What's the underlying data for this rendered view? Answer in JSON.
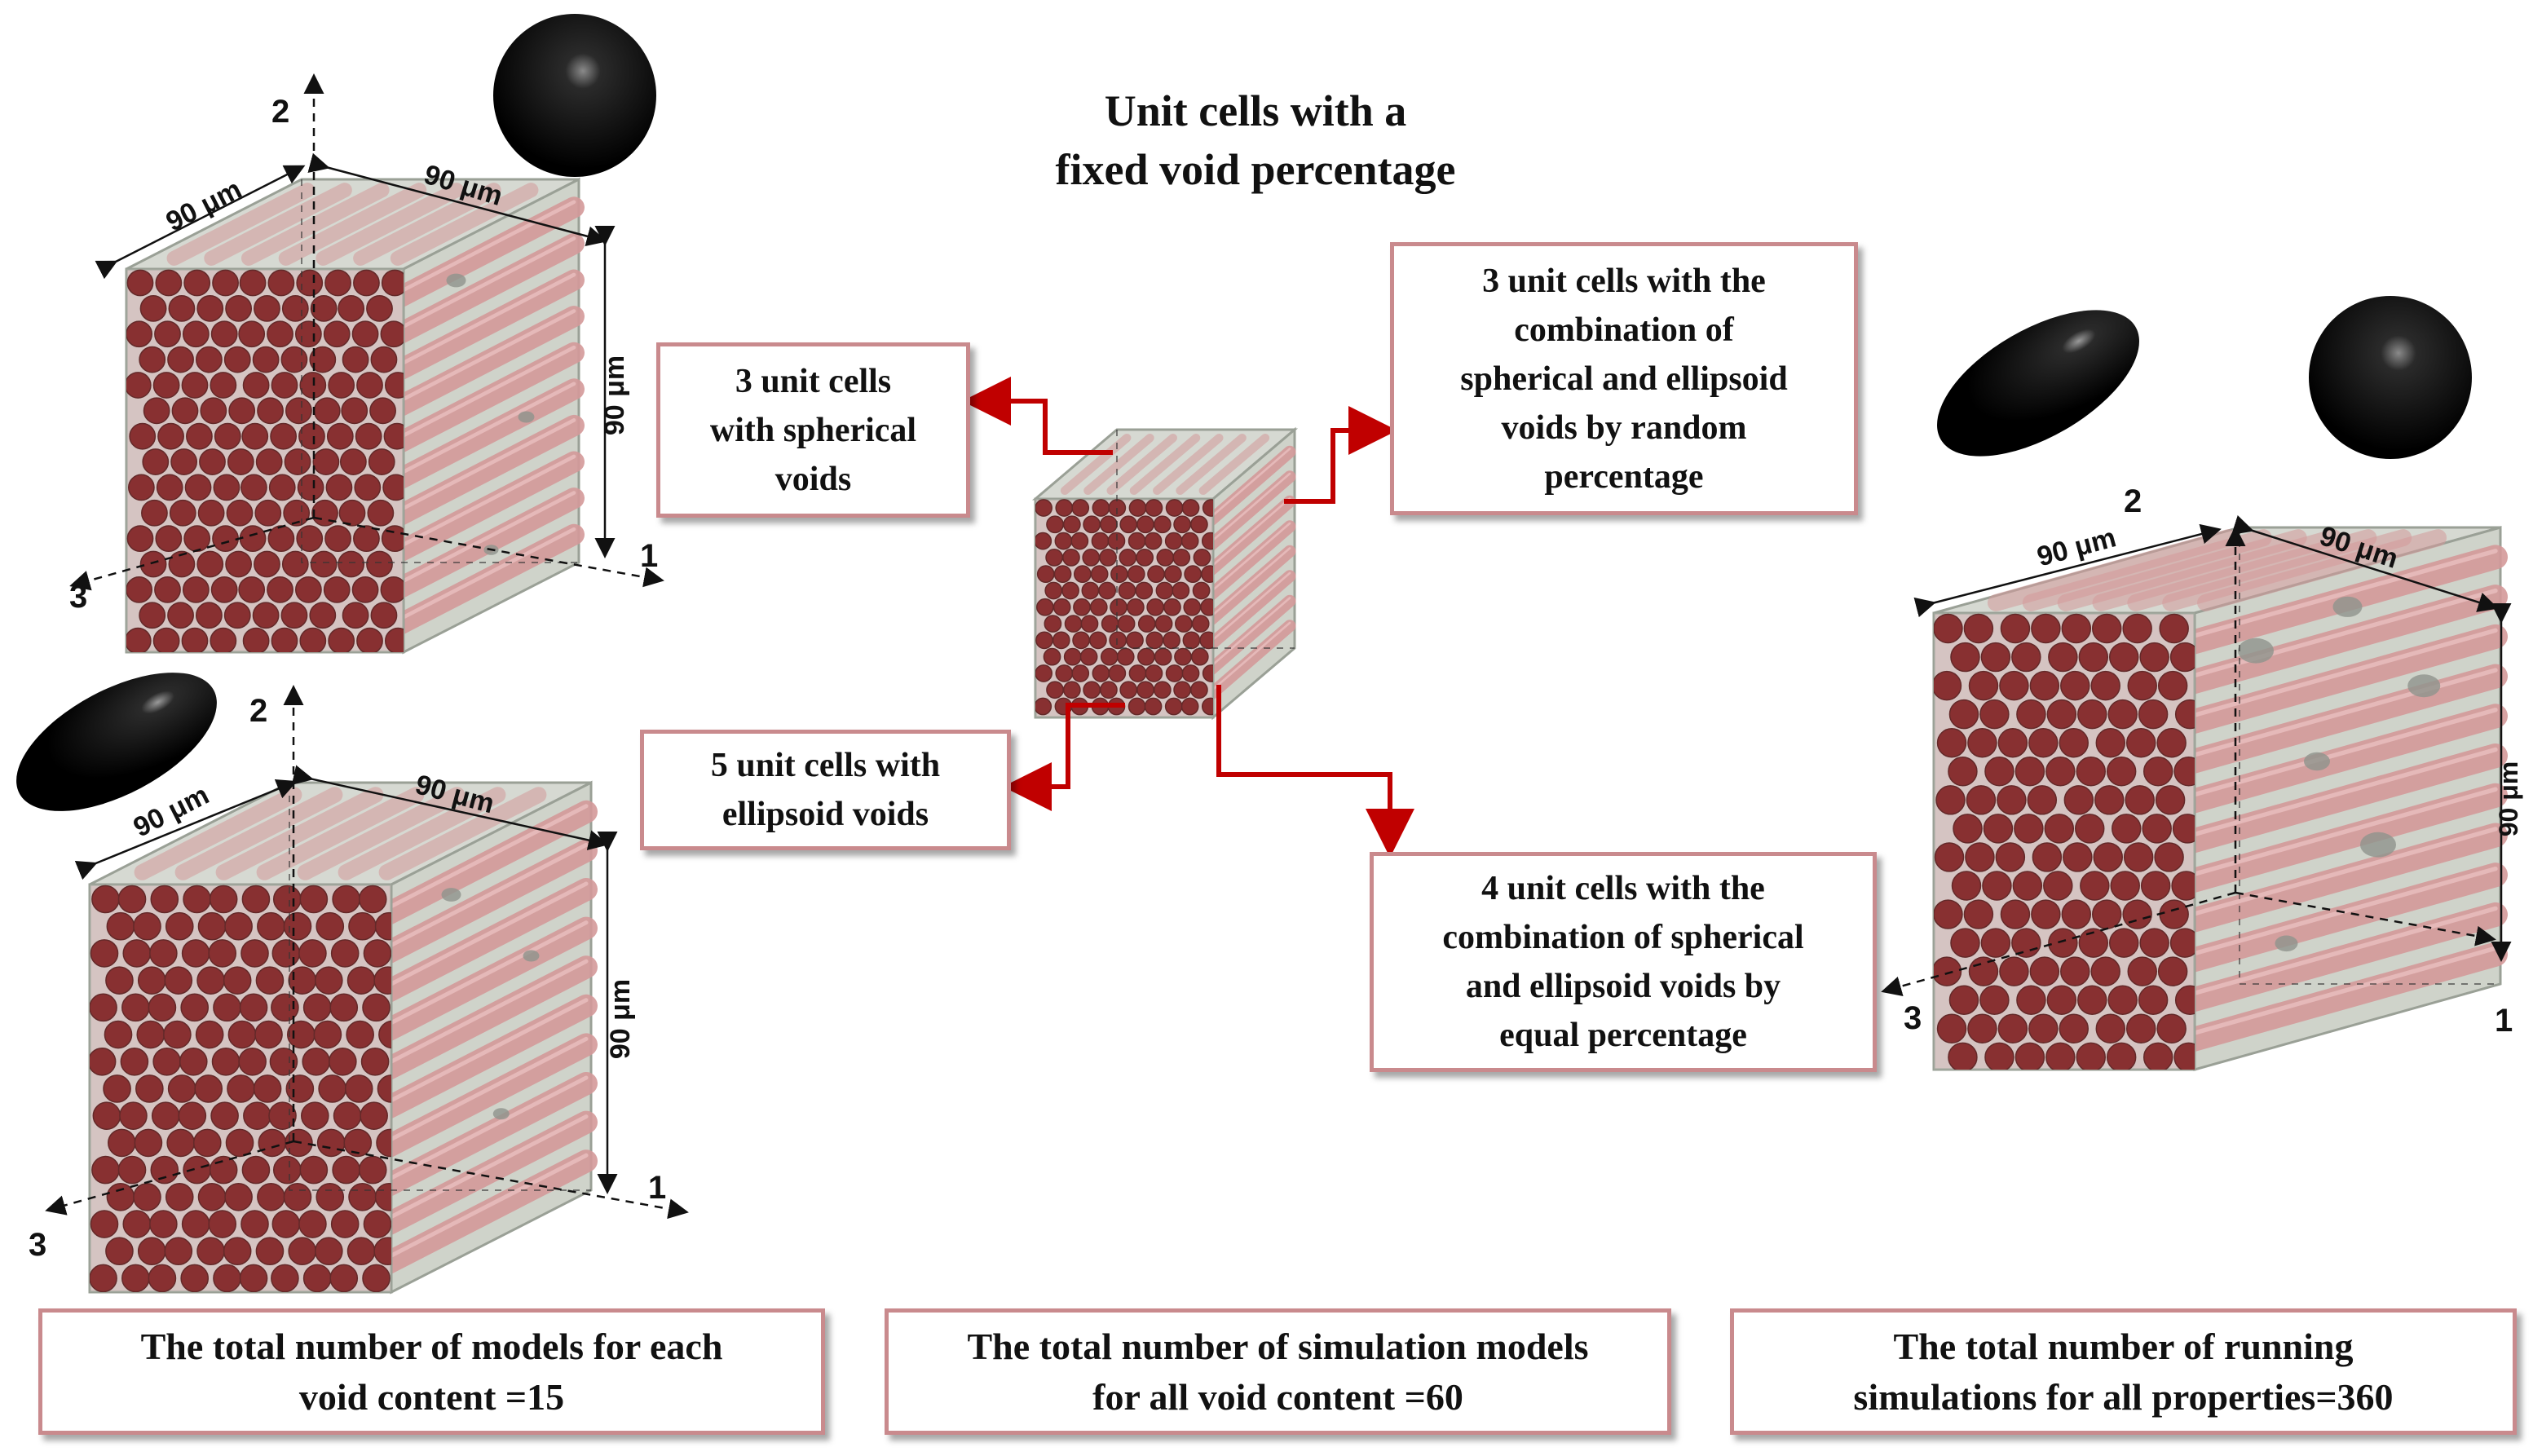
{
  "title": "Unit cells  with a\nfixed void percentage",
  "dimension_label": "90 μm",
  "axis_labels": {
    "axis1": "1",
    "axis2": "2",
    "axis3": "3"
  },
  "center_boxes": {
    "spherical": "3 unit cells\nwith spherical\nvoids",
    "ellipsoid": "5 unit cells  with\nellipsoid  voids",
    "random": "3 unit cells  with the\ncombination  of\nspherical  and ellipsoid\nvoids by random\npercentage",
    "equal": "4 unit cells  with the\ncombination  of spherical\nand ellipsoid voids by\nequal percentage"
  },
  "bottom_boxes": [
    "The total number  of models for each\nvoid content =15",
    "The total number  of simulation  models\nfor all void content =60",
    "The total number  of running\nsimulations  for all properties=360"
  ],
  "colors": {
    "box_border": "#c98a8d",
    "arrow": "#c00000",
    "fiber": "#d49a9a",
    "fiber_end": "#7a0e12",
    "cube_face": "#c8cdc4",
    "void": "#111111"
  }
}
